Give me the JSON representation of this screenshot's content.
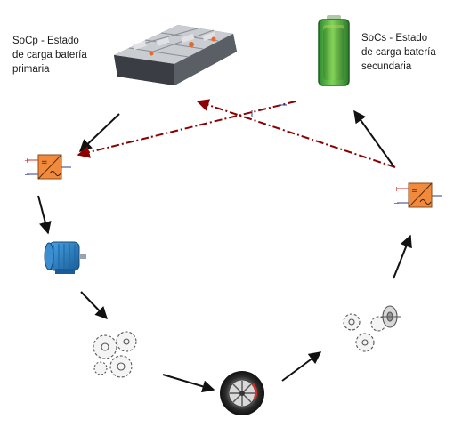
{
  "labels": {
    "primary": [
      "SoCp - Estado",
      "de carga batería",
      "primaria"
    ],
    "secondary": [
      "SoCs - Estado",
      "de carga batería",
      "secundaria"
    ]
  },
  "icons": {
    "battery_pack": "ev-battery-pack-icon",
    "secondary_battery": "green-battery-icon",
    "converter_left": "dc-ac-converter-icon",
    "converter_right": "dc-ac-converter-icon",
    "motor": "electric-motor-icon",
    "gears_left": "gearbox-icon",
    "wheel": "wheel-icon",
    "gears_right": "gear-train-icon"
  },
  "colors": {
    "converter": "#f28a3c",
    "power_flow_arrow": "#111111",
    "energy_transfer_arrow": "#8b0000",
    "battery_green": "#3cb043",
    "motor_blue": "#2a7fc0"
  }
}
